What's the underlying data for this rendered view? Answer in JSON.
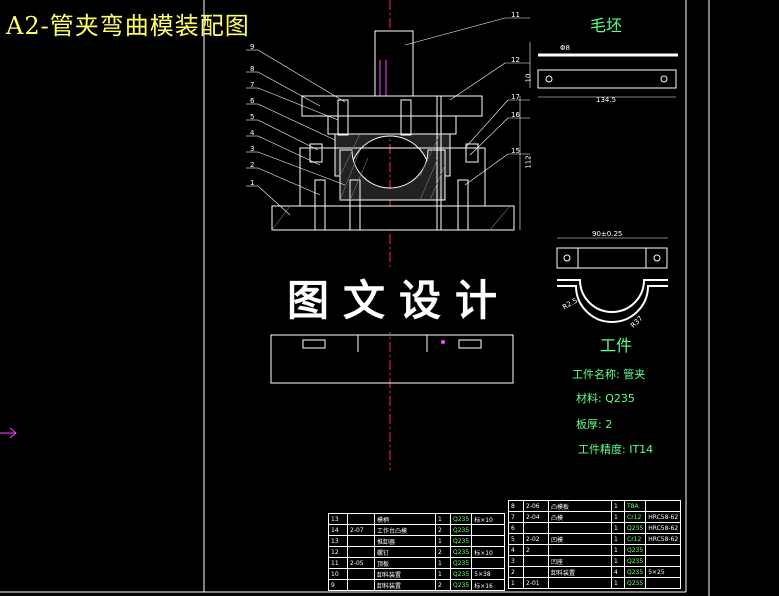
{
  "title": "A2-管夹弯曲模装配图",
  "watermark": "图文设计",
  "blank": {
    "title": "毛坯",
    "dim_length": "134.5",
    "dim_hole": "Φ8",
    "dim_height": "10"
  },
  "workpiece": {
    "title": "工件",
    "dim_top": "90±0.25",
    "radius_left": "R2.5",
    "radius_right": "R37",
    "name": "工件名称: 管夹",
    "material": "材料: Q235",
    "thickness": "板厚: 2",
    "precision": "工件精度: IT14"
  },
  "assembly": {
    "height_dim": "112",
    "callouts_left": [
      "9",
      "8",
      "7",
      "6",
      "5",
      "4",
      "3",
      "2",
      "1"
    ],
    "callouts_right": [
      "11",
      "12",
      "17",
      "16",
      "15"
    ]
  },
  "parts_left": [
    [
      "13",
      "",
      "模柄",
      "1",
      "Q235",
      "标×10"
    ],
    [
      "14",
      "2-07",
      "工作台凸模",
      "2",
      "Q235",
      ""
    ],
    [
      "13",
      "",
      "推卸器",
      "1",
      "Q235",
      ""
    ],
    [
      "12",
      "",
      "螺钉",
      "2",
      "Q235",
      "标×10"
    ],
    [
      "11",
      "2-05",
      "顶板",
      "1",
      "Q235",
      ""
    ],
    [
      "10",
      "",
      "卸料装置",
      "1",
      "Q235",
      "5×38"
    ],
    [
      "9",
      "",
      "卸料装置",
      "2",
      "Q235",
      "标×16"
    ]
  ],
  "parts_right": [
    [
      "8",
      "2-06",
      "凸模板",
      "1",
      "T8A",
      ""
    ],
    [
      "7",
      "2-04",
      "凸模",
      "1",
      "Cr12",
      "HRC58-62"
    ],
    [
      "6",
      "",
      "",
      "1",
      "Q235",
      "HRC58-62"
    ],
    [
      "5",
      "2-02",
      "凹模",
      "1",
      "Cr12",
      "HRC58-62"
    ],
    [
      "4",
      "2",
      "",
      "1",
      "Q235",
      ""
    ],
    [
      "3",
      "",
      "凹座",
      "1",
      "Q235",
      ""
    ],
    [
      "2",
      "",
      "卸料装置",
      "4",
      "Q235",
      "5×25"
    ],
    [
      "1",
      "2-01",
      "",
      "1",
      "Q235",
      ""
    ]
  ]
}
